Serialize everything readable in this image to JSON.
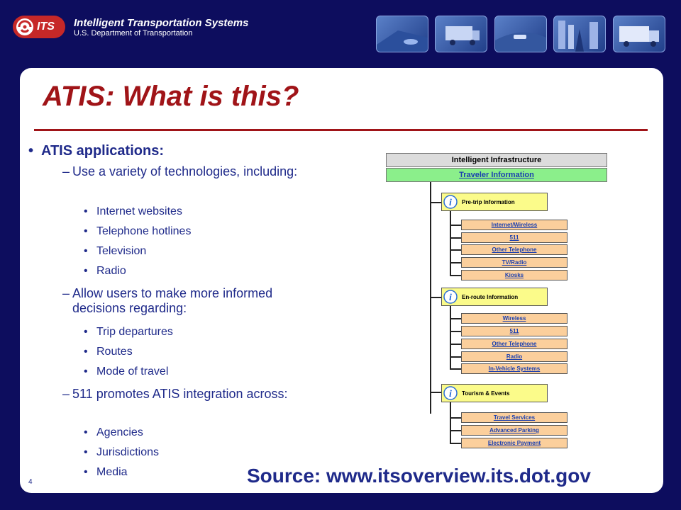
{
  "header": {
    "logo_text": "ITS",
    "title": "Intelligent Transportation Systems",
    "subtitle": "U.S. Department of Transportation",
    "thumbnail_icons": [
      "highway-photo",
      "truck-photo",
      "traffic-photo",
      "city-street-photo",
      "semi-truck-photo"
    ]
  },
  "slide": {
    "title": "ATIS: What is this?",
    "page_number": "4",
    "source": "Source: www.itsoverview.its.dot.gov",
    "bullets": {
      "main": "ATIS applications:",
      "sub1": {
        "text": "Use a variety of technologies, including:",
        "items": [
          "Internet websites",
          "Telephone hotlines",
          "Television",
          "Radio"
        ]
      },
      "sub2": {
        "text": "Allow users to make more informed decisions regarding:",
        "items": [
          "Trip departures",
          "Routes",
          "Mode of travel"
        ]
      },
      "sub3": {
        "text": "511 promotes ATIS integration across:",
        "items": [
          "Agencies",
          "Jurisdictions",
          "Media"
        ]
      }
    }
  },
  "diagram": {
    "top": "Intelligent Infrastructure",
    "section": "Traveler Information",
    "categories": [
      {
        "label": "Pre-trip Information",
        "items": [
          "Internet/Wireless",
          "511",
          "Other Telephone",
          "TV/Radio",
          "Kiosks"
        ]
      },
      {
        "label": "En-route Information",
        "items": [
          "Wireless",
          "511",
          "Other Telephone",
          "Radio",
          "In-Vehicle Systems"
        ]
      },
      {
        "label": "Tourism & Events",
        "items": [
          "Travel Services",
          "Advanced Parking",
          "Electronic Payment"
        ]
      }
    ]
  },
  "colors": {
    "background": "#0d0d5e",
    "title_red": "#a01418",
    "text_blue": "#1f2a8a",
    "category_yellow": "#fbfb8a",
    "item_orange": "#fbcf9c",
    "section_green": "#8bef8b"
  }
}
